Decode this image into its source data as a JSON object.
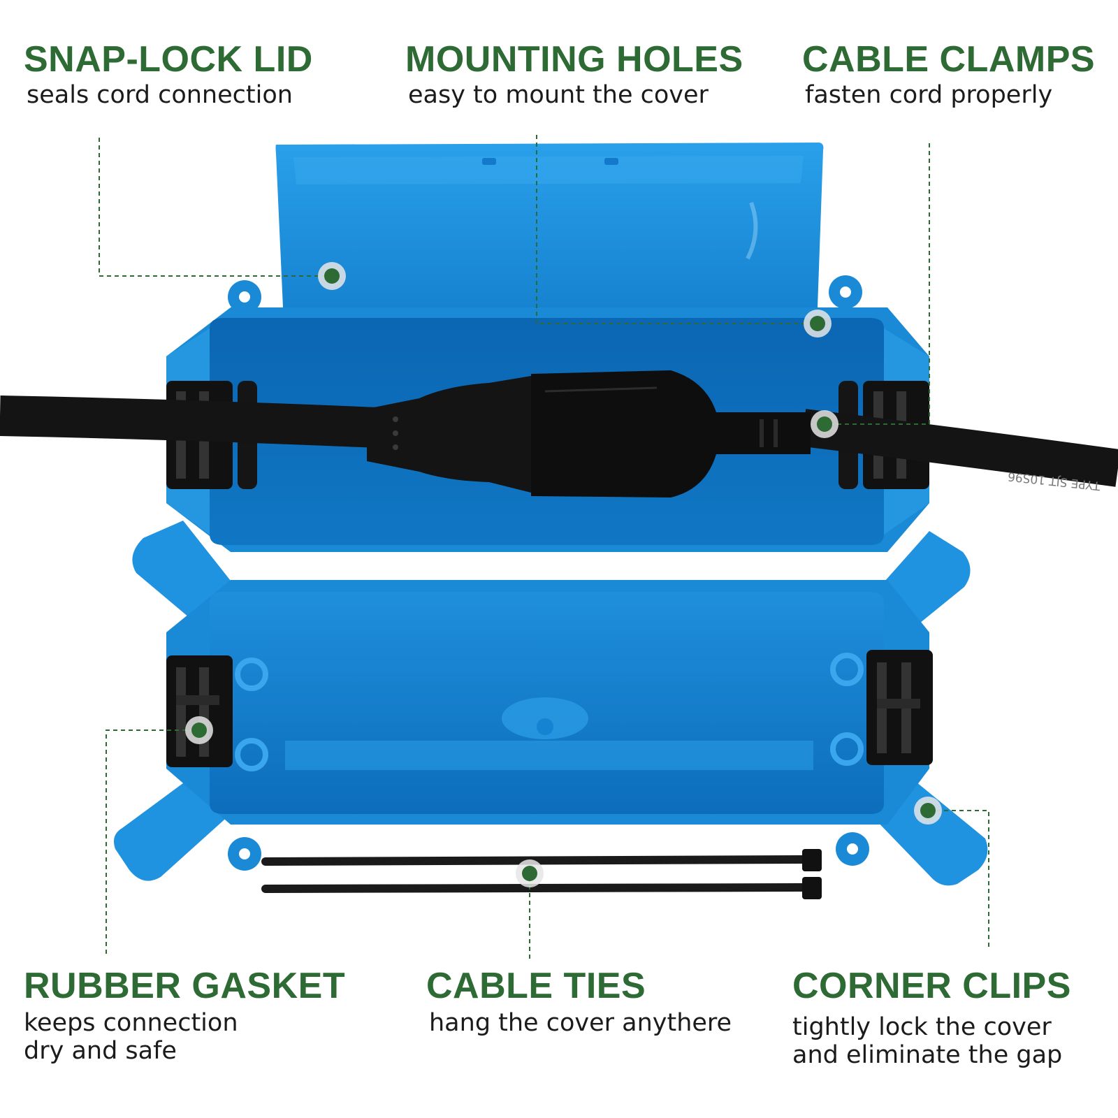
{
  "features": [
    {
      "id": "lid",
      "title": "SNAP-LOCK LID",
      "desc": [
        "seals cord connection"
      ]
    },
    {
      "id": "holes",
      "title": "MOUNTING HOLES",
      "desc": [
        "easy to mount the cover"
      ]
    },
    {
      "id": "clamps",
      "title": "CABLE CLAMPS",
      "desc": [
        "fasten cord properly"
      ]
    },
    {
      "id": "gasket",
      "title": "RUBBER GASKET",
      "desc": [
        "keeps connection",
        "dry and safe"
      ]
    },
    {
      "id": "ties",
      "title": "CABLE TIES",
      "desc": [
        "hang the cover anythere"
      ]
    },
    {
      "id": "clips",
      "title": "CORNER CLIPS",
      "desc": [
        "tightly lock the cover",
        "and eliminate the gap"
      ]
    }
  ],
  "cord_print": "TYPE SJT 10S96",
  "colors": {
    "accent_green": "#2e6a34",
    "box_blue": "#1a8ad6",
    "box_blue_dark": "#0a68b4",
    "box_blue_light": "#2fa3ea",
    "cord_black": "#141414"
  }
}
